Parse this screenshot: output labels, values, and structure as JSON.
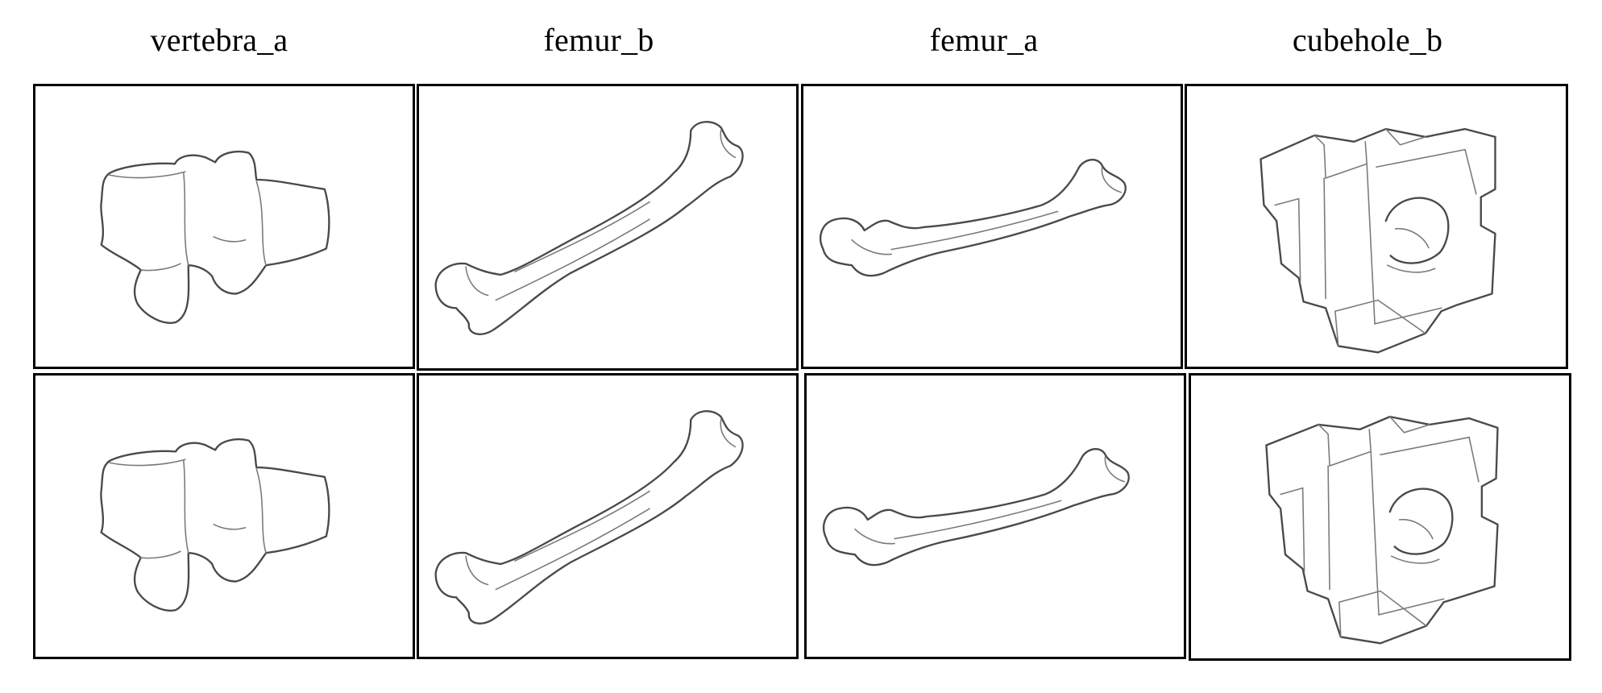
{
  "columns": [
    {
      "title": "vertebra_a",
      "icon": "vertebra-sketch"
    },
    {
      "title": "femur_b",
      "icon": "femur-sketch"
    },
    {
      "title": "femur_a",
      "icon": "femur-sketch"
    },
    {
      "title": "cubehole_b",
      "icon": "cube-with-hole-sketch"
    }
  ],
  "colors": {
    "frame": "#000000",
    "stroke": "#4a4a4a",
    "background": "#ffffff"
  }
}
